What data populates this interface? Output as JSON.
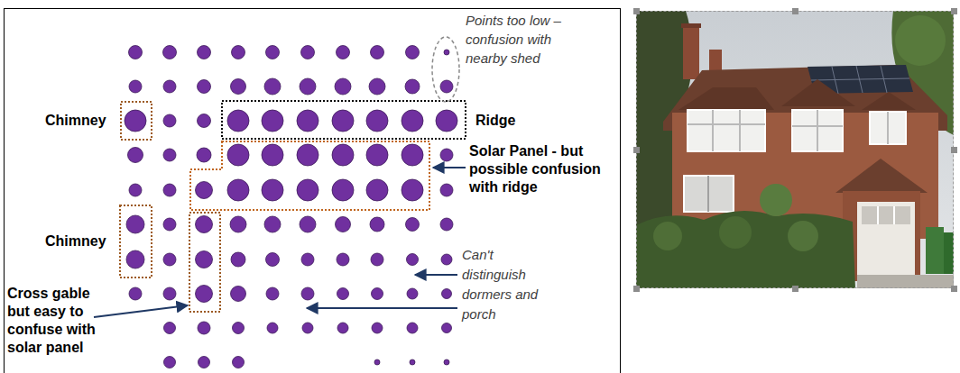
{
  "diagram": {
    "labels": [
      "Points too low – confusion with nearby shed",
      "Chimney",
      "Ridge",
      "Solar Panel - but possible confusion with ridge",
      "Chimney",
      "Can't distinguish dormers and porch",
      "Cross gable but easy to confuse with solar panel"
    ]
  }
}
